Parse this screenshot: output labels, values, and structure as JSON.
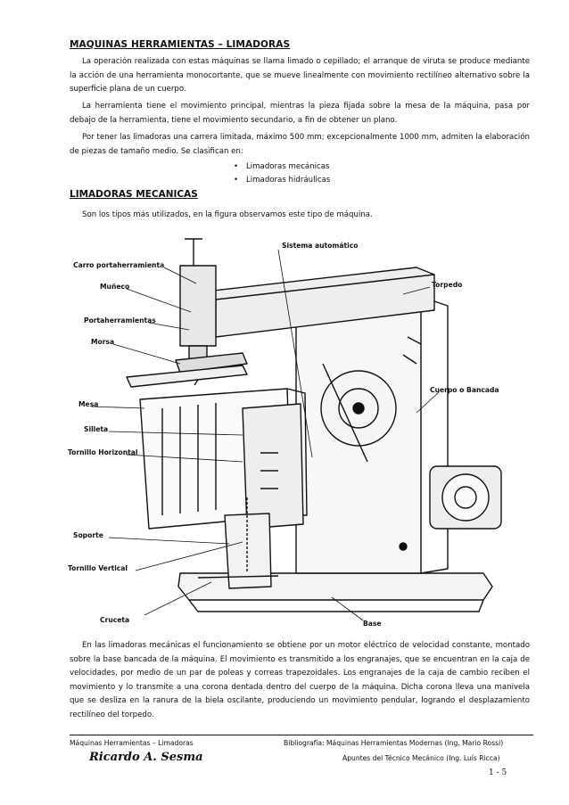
{
  "title": "MAQUINAS HERRAMIENTAS – LIMADORAS",
  "paragraphs": [
    "La operación realizada con estas máquinas se llama limado o cepillado; el arranque de viruta se produce mediante la acción de una herramienta monocortante, que se mueve linealmente con movimiento rectilíneo alternativo sobre la superficie plana de un cuerpo.",
    "La herramienta tiene el movimiento principal, mientras la pieza fijada sobre la mesa de la máquina, pasa por debajo de la herramienta, tiene el movimiento secundario, a fin de obtener un plano.",
    "Por tener las limadoras una carrera limitada, máximo 500 mm; excepcionalmente 1000 mm, admiten la elaboración de piezas de tamaño medio. Se clasifican en:"
  ],
  "bullets": [
    "Limadoras mecánicas",
    "Limadoras hidráulicas"
  ],
  "section_title": "LIMADORAS MECANICAS",
  "section_intro": "Son los tipos más utilizados, en la figura observamos este tipo de máquina.",
  "figure_labels": {
    "sistema": "Sistema automático",
    "carro": "Carro portaherramienta",
    "muneco": "Muñeco",
    "torpedo": "Torpedo",
    "porta": "Portaherramientas",
    "morsa": "Morsa",
    "cuerpo": "Cuerpo o Bancada",
    "mesa": "Mesa",
    "silleta": "Silleta",
    "tornillo_h": "Tornillo Horizontal",
    "soporte": "Soporte",
    "tornillo_v": "Tornillo Vertical",
    "base": "Base",
    "cruceta": "Cruceta"
  },
  "body_paragraph": "En las limadoras mecánicas el funcionamiento se obtiene por un motor eléctrico de velocidad constante, montado sobre la base bancada de la máquina. El movimiento es transmitido a los engranajes, que se encuentran en la caja de velocidades, por medio de un par de poleas y correas trapezoidales. Los engranajes de la caja de cambio reciben el movimiento y lo transmite a una corona dentada dentro del cuerpo de la máquina. Dicha corona lleva una manivela que se desliza en la ranura de la biela oscilante, produciendo un movimiento pendular, logrando el desplazamiento rectilíneo del torpedo.",
  "footer": {
    "left": "Máquinas Herramientas – Limadoras",
    "biblio1": "Bibliografía: Máquinas Herramientas Modernas (Ing. Mario Rossi)",
    "biblio2": "Apuntes del Técnico Mecánico (Ing. Luís Ricca)",
    "signature": "Ricardo A. Sesma",
    "page": "1 - 5"
  }
}
